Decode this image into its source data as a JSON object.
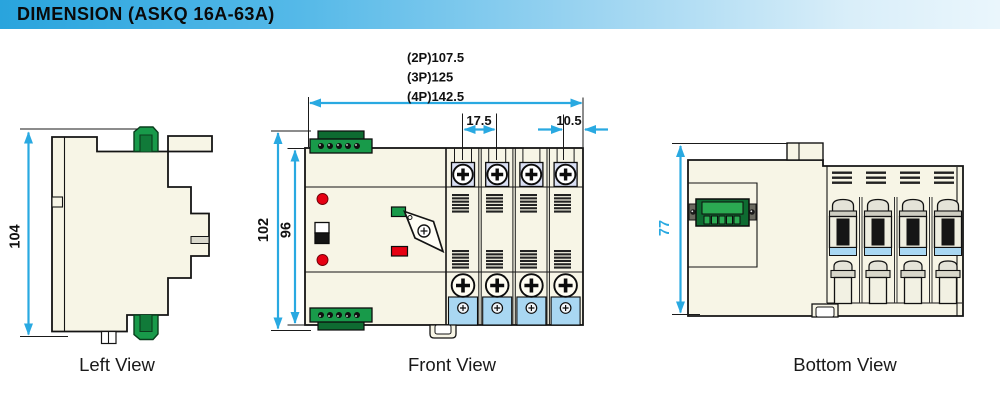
{
  "header": {
    "title": "DIMENSION (ASKQ 16A-63A)"
  },
  "views": {
    "left": {
      "label": "Left View",
      "height_overall": "104"
    },
    "front": {
      "label": "Front View",
      "width_2p": "(2P)107.5",
      "width_3p": "(3P)125",
      "width_4p": "(4P)142.5",
      "pole_pitch": "17.5",
      "right_margin": "10.5",
      "height_overall": "102",
      "height_body": "96"
    },
    "bottom": {
      "label": "Bottom View",
      "depth": "77"
    }
  },
  "colors": {
    "dimension_blue": "#29a9e1",
    "header_gradient_start": "#29a4dd",
    "header_gradient_end": "#eaf6fc",
    "body_cream": "#f7f5e6",
    "terminal_green": "#189a4a",
    "terminal_green_dark": "#0e6b31",
    "indicator_red": "#e60012",
    "terminal_blue": "#a9d7f2",
    "screw_lavender": "#d9dff4"
  }
}
